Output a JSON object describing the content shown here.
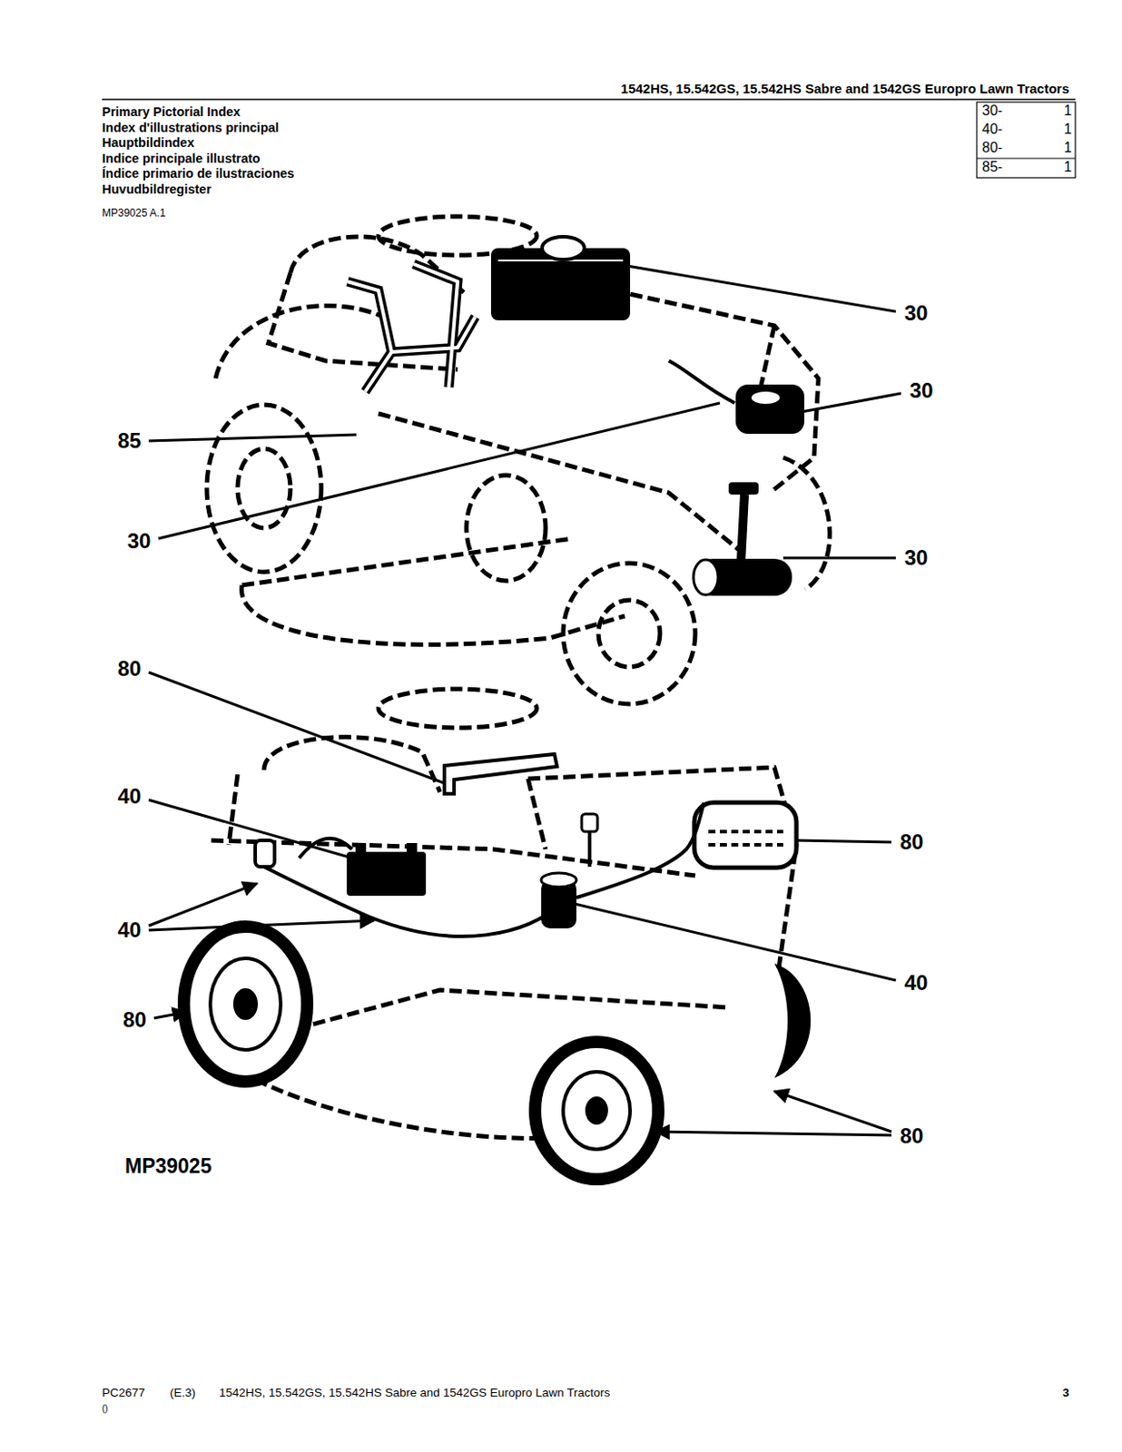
{
  "diagram": {
    "title": "1542HS, 15.542GS, 15.542HS Sabre and 1542GS Europro Lawn Tractors",
    "labels": [
      "Primary Pictorial Index",
      "Index d'illustrations principal",
      "Hauptbildindex",
      "Indice principale illustrato",
      "Índice primario de ilustraciones",
      "Huvudbildregister",
      "MP39025 A.1",
      "30-",
      "1",
      "40-",
      "1",
      "80-",
      "1",
      "85-",
      "1",
      "30",
      "30",
      "85",
      "30",
      "30",
      "80",
      "40",
      "80",
      "40",
      "40",
      "80",
      "80",
      "MP39025",
      "PC2677",
      "(E.3)",
      "1542HS, 15.542GS, 15.542HS Sabre and 1542GS Europro Lawn Tractors",
      "3",
      "()"
    ]
  }
}
